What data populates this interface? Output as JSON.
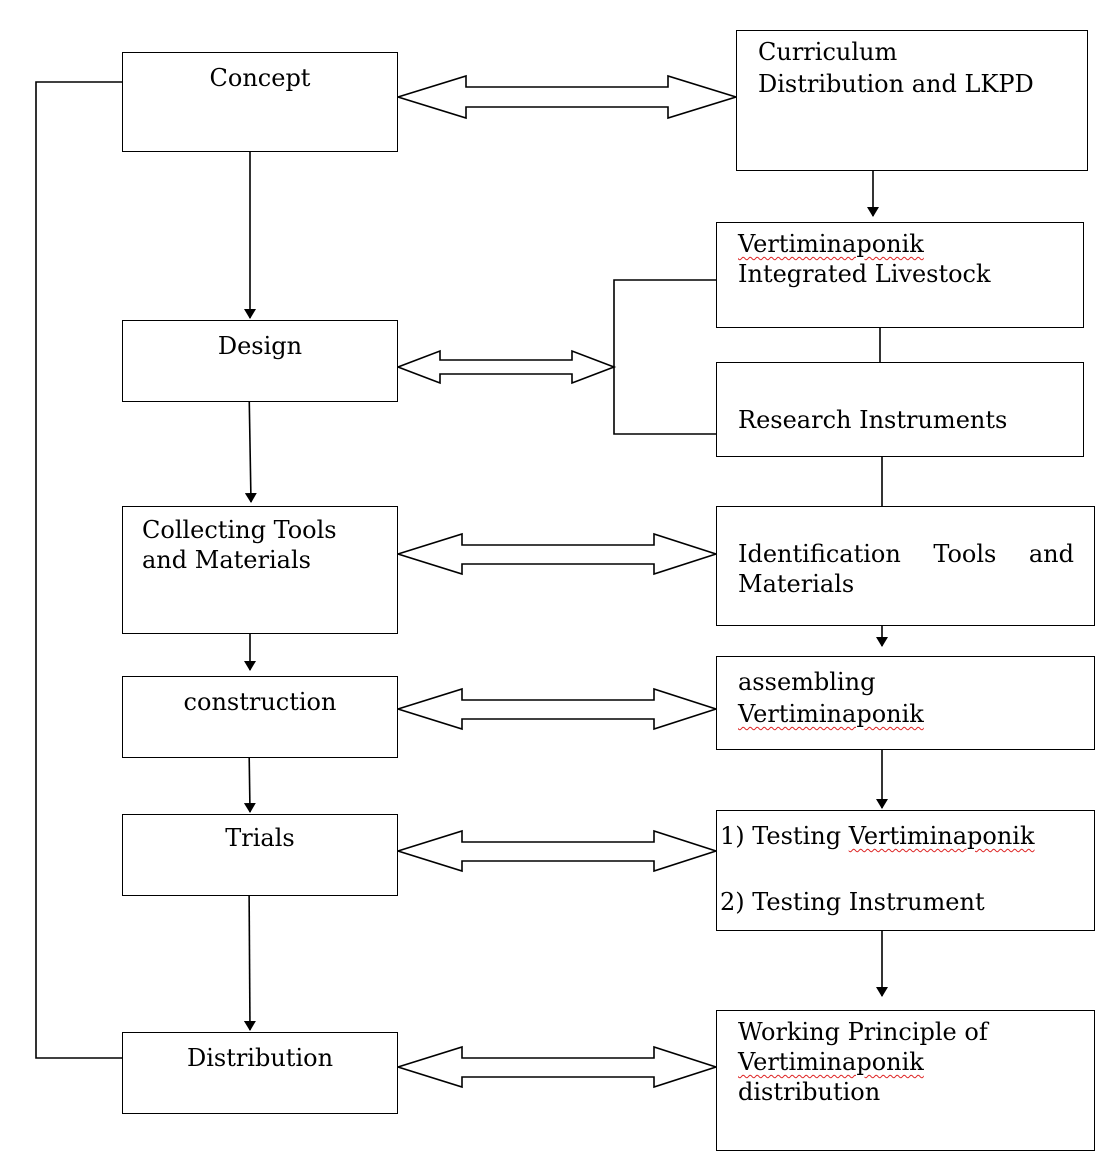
{
  "stages": {
    "concept": "Concept",
    "design": "Design",
    "collecting_1": "Collecting Tools",
    "collecting_2": "and Materials",
    "construction": "construction",
    "trials": "Trials",
    "distribution": "Distribution"
  },
  "details": {
    "curriculum_1": "Curriculum",
    "curriculum_2": "Distribution and LKPD",
    "vertiminaponik_word": "Vertiminaponik",
    "integrated_livestock": "Integrated Livestock",
    "research_instruments": "Research Instruments",
    "ident_w1": "Identification",
    "ident_w2": "Tools",
    "ident_w3": "and",
    "ident_2": "Materials",
    "assembling": "assembling",
    "testing_1_prefix": "1) Testing ",
    "testing_2": "2) Testing Instrument",
    "working_1": "Working Principle of",
    "working_3": "distribution"
  }
}
